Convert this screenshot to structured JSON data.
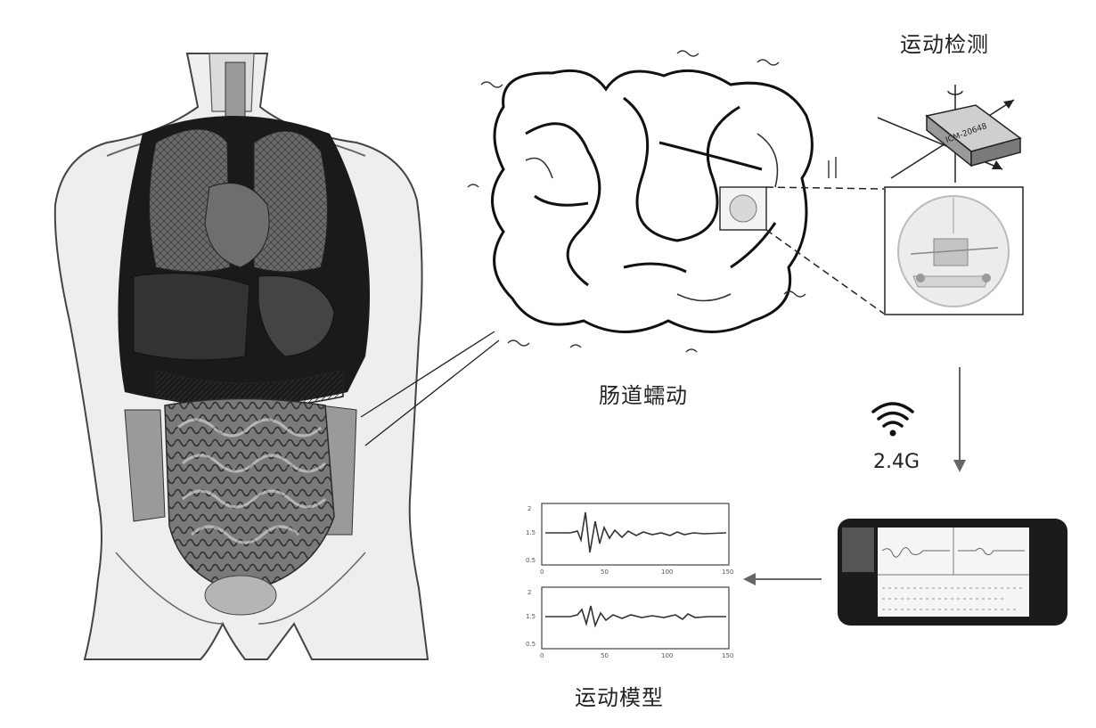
{
  "labels": {
    "motion_detection": "运动检测",
    "intestinal_peristalsis": "肠道蠕动",
    "wireless_frequency": "2.4G",
    "motion_model": "运动模型"
  },
  "sensor_chip_text": "ICM-20648",
  "plots": [
    {
      "y_ticks": [
        "2",
        "1.5",
        "0.5"
      ],
      "x_ticks": [
        "0",
        "50",
        "100",
        "150"
      ]
    },
    {
      "y_ticks": [
        "2",
        "1.5",
        "0.5"
      ],
      "x_ticks": [
        "0",
        "50",
        "100",
        "150"
      ]
    }
  ],
  "colors": {
    "ink": "#222222",
    "dark_organs": "#1a1a1a",
    "mid_organs": "#555555",
    "light_skin": "#eeeeee",
    "arrow": "#666666",
    "phone_body": "#1b1b1b"
  },
  "icons": [
    "wifi-icon",
    "arrow-down-icon",
    "arrow-left-icon"
  ]
}
